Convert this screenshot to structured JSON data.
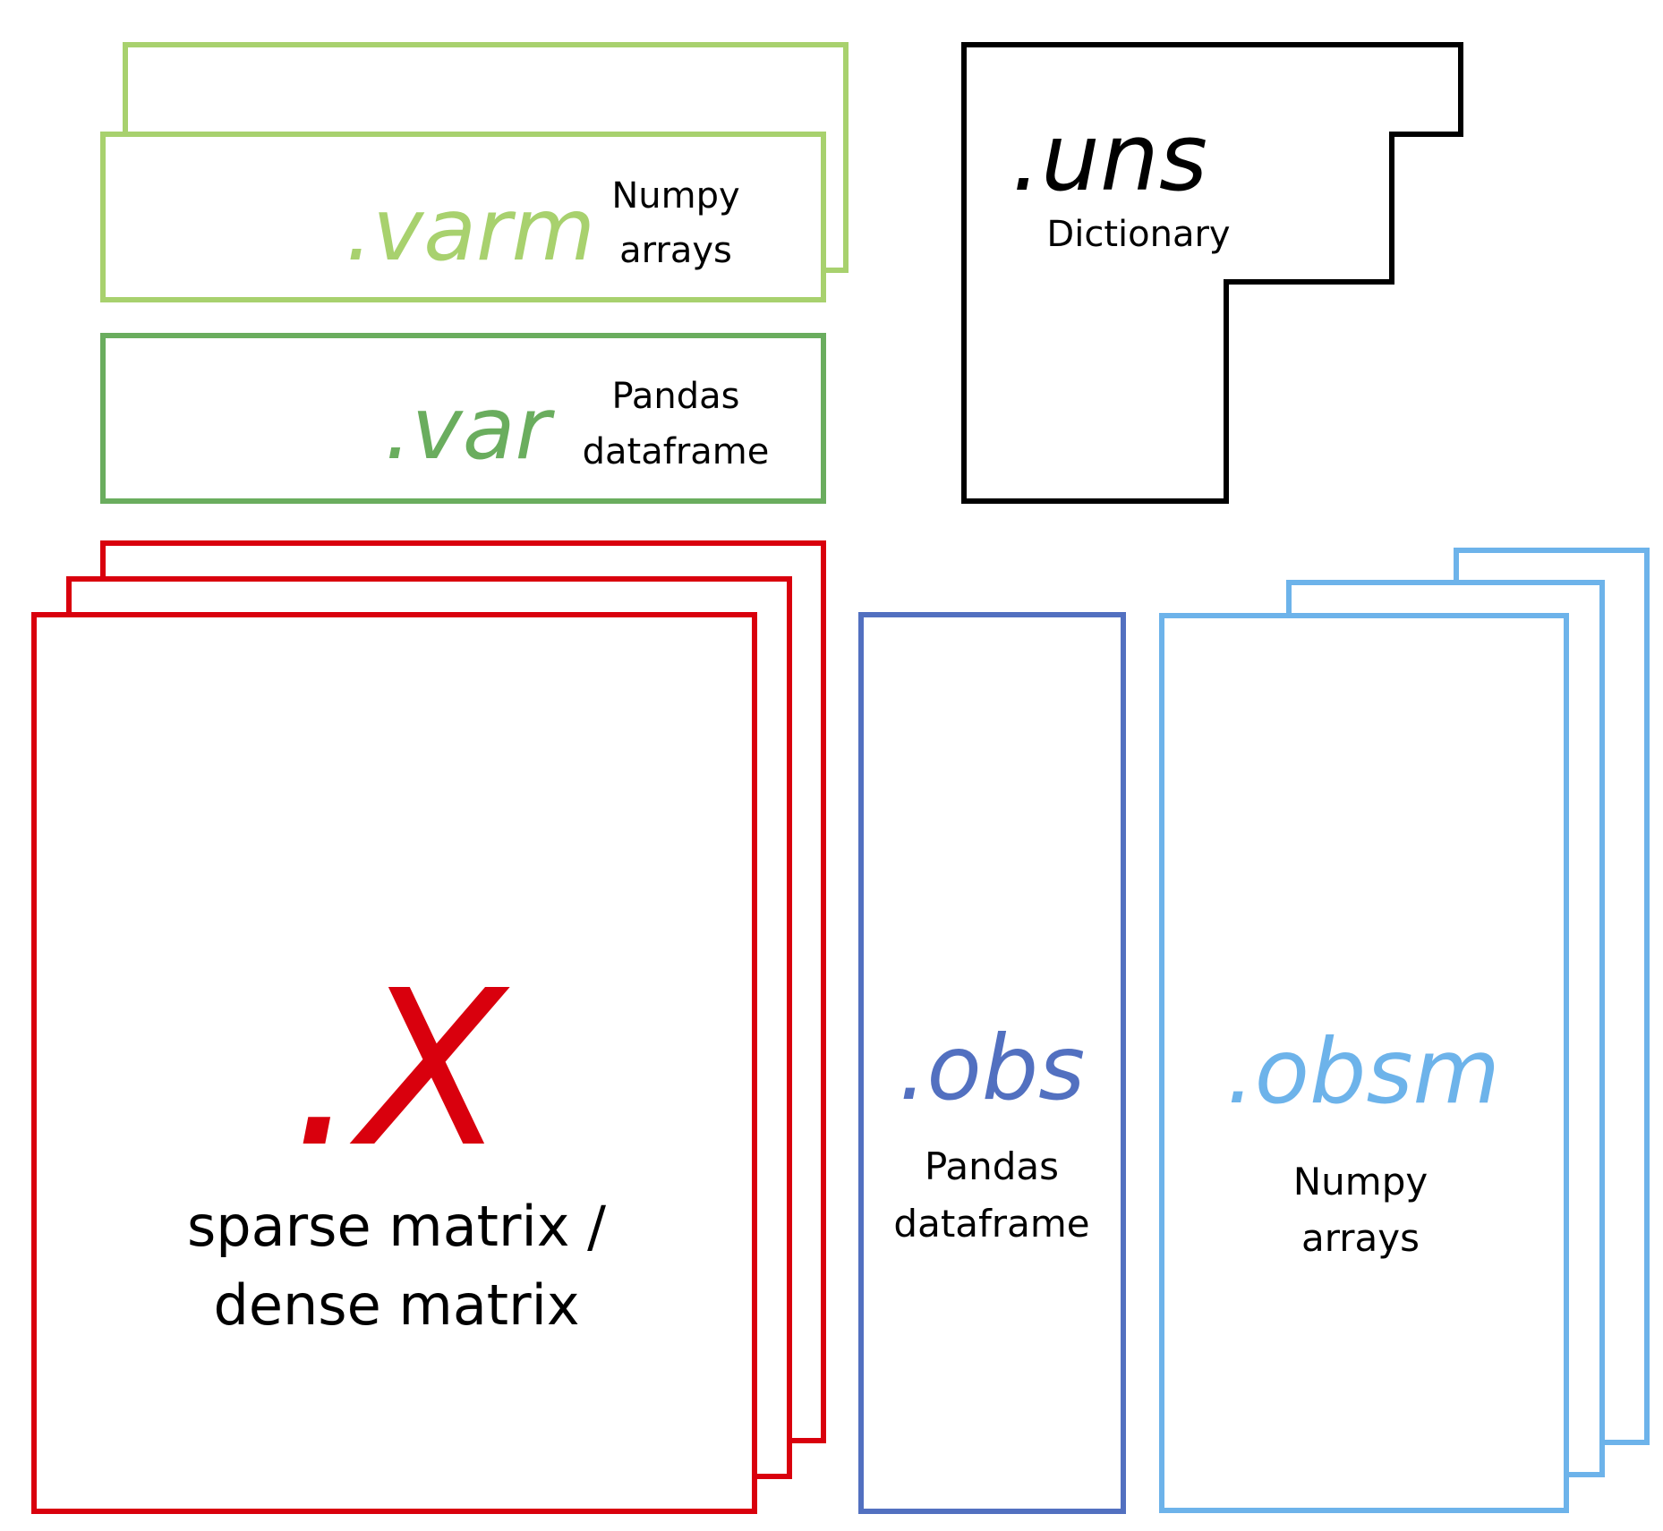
{
  "colors": {
    "varm": "#a8d16e",
    "var": "#6aad5e",
    "uns": "#000000",
    "x": "#d9000d",
    "obs": "#5270c0",
    "obsm": "#6db3ea",
    "text": "#000000"
  },
  "varm": {
    "name": ".varm",
    "desc_line1": "Numpy",
    "desc_line2": "arrays"
  },
  "var": {
    "name": ".var",
    "desc_line1": "Pandas",
    "desc_line2": "dataframe"
  },
  "uns": {
    "name": ".uns",
    "desc": "Dictionary"
  },
  "x": {
    "name": ".X",
    "desc_line1": "sparse matrix /",
    "desc_line2": "dense matrix"
  },
  "obs": {
    "name": ".obs",
    "desc_line1": "Pandas",
    "desc_line2": "dataframe"
  },
  "obsm": {
    "name": ".obsm",
    "desc_line1": "Numpy",
    "desc_line2": "arrays"
  }
}
